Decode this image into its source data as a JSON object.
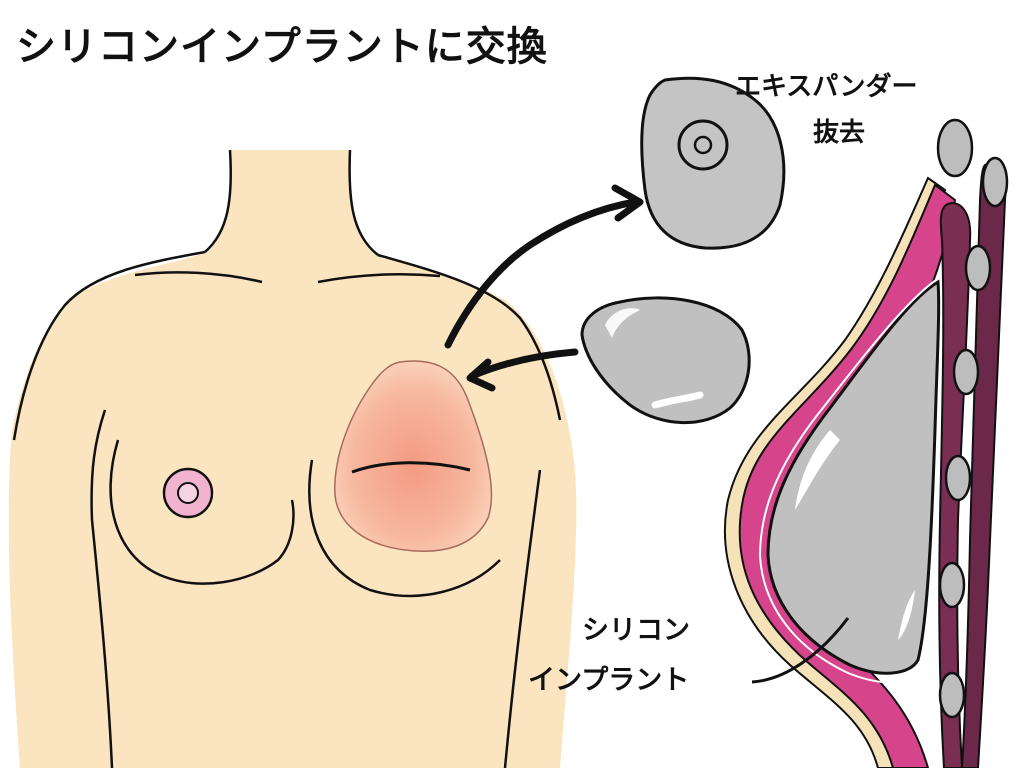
{
  "title": "シリコンインプラントに交換",
  "labels": {
    "expander_removal_line1": "エキスパンダー",
    "expander_removal_line2": "抜去",
    "implant_line1": "シリコン",
    "implant_line2": "インプラント"
  },
  "colors": {
    "skin": "#fbe6c2",
    "breast_area": "#f5a994",
    "nipple": "#f2b3cf",
    "device_gray": "#c4c4c4",
    "skin_layer_pink": "#d9468e",
    "muscle_layer": "#7a2e52",
    "outline": "#111111"
  }
}
